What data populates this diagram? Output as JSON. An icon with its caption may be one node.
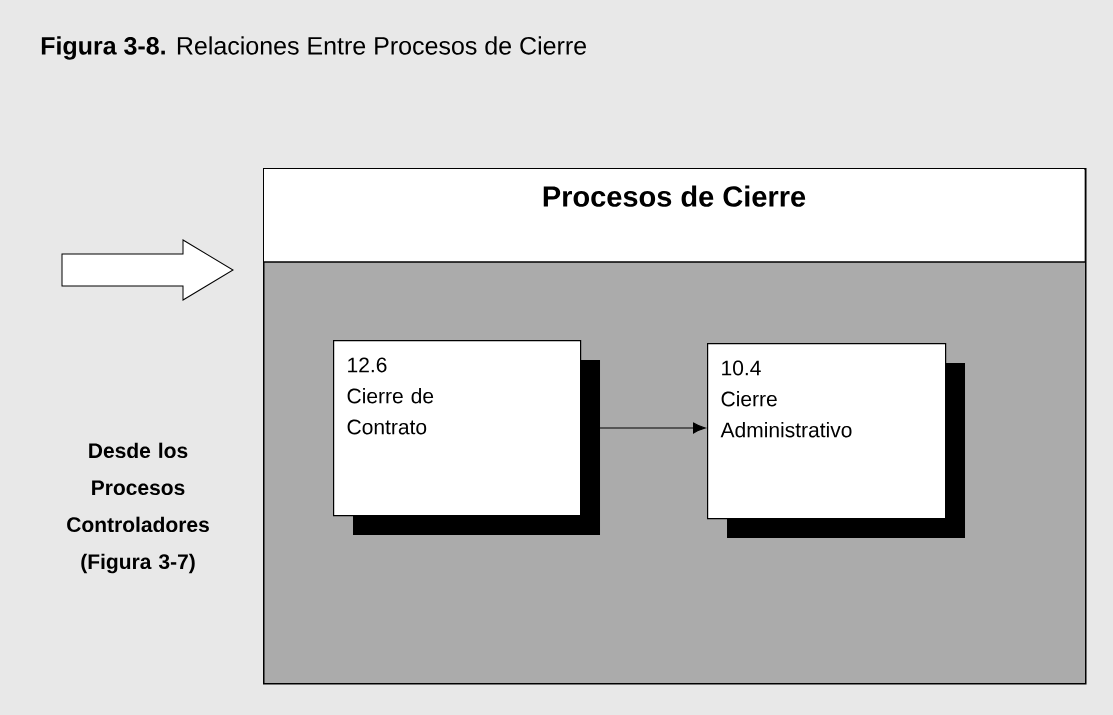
{
  "diagram": {
    "title": "**Figura 3-8.** Relaciones Entre Procesos de Cierre",
    "nodes": [
      {
        "text": [
          "Procesos de Cierre"
        ]
      },
      {
        "text": [
          "12.6",
          "Cierre de Contrato"
        ],
        "in": 0
      },
      {
        "text": [
          "10.4",
          "Cierre Administrativo"
        ],
        "in": 0
      }
    ],
    "edges": [
      {
        "from": 1,
        "to": 2,
        "arrow": "to"
      },
      {
        "from": null,
        "to": 0,
        "arrow": "to"
      }
    ],
    "labels": [
      "Desde los Procesos Controladores (Figura 3-7)"
    ]
  }
}
